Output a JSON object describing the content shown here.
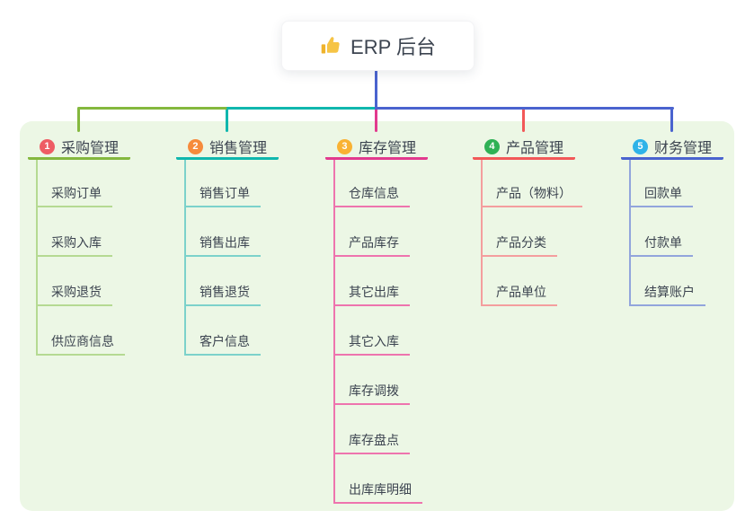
{
  "root": {
    "label": "ERP 后台",
    "icon": "thumbs-up-icon"
  },
  "colors": {
    "panel_background": "#ecf7e5",
    "root_stem_blue": "#4a63cf",
    "text": "#3c4450",
    "branch1": {
      "line": "#84b83e",
      "child_line": "#b5da92",
      "badge": "#ee5d64"
    },
    "branch2": {
      "line": "#10b7ae",
      "child_line": "#7cd2cb",
      "badge": "#f68b3c"
    },
    "branch3": {
      "line": "#e23a8e",
      "child_line": "#ee74ae",
      "badge": "#f9b233"
    },
    "branch4": {
      "line": "#f25858",
      "child_line": "#f49e9e",
      "badge": "#2fb155"
    },
    "branch5": {
      "line": "#4a63cf",
      "child_line": "#92a5dc",
      "badge": "#2fb3e8"
    }
  },
  "branches": [
    {
      "index": "1",
      "label": "采购管理",
      "children": [
        "采购订单",
        "采购入库",
        "采购退货",
        "供应商信息"
      ]
    },
    {
      "index": "2",
      "label": "销售管理",
      "children": [
        "销售订单",
        "销售出库",
        "销售退货",
        "客户信息"
      ]
    },
    {
      "index": "3",
      "label": "库存管理",
      "children": [
        "仓库信息",
        "产品库存",
        "其它出库",
        "其它入库",
        "库存调拨",
        "库存盘点",
        "出库库明细"
      ]
    },
    {
      "index": "4",
      "label": "产品管理",
      "children": [
        "产品（物料）",
        "产品分类",
        "产品单位"
      ]
    },
    {
      "index": "5",
      "label": "财务管理",
      "children": [
        "回款单",
        "付款单",
        "结算账户"
      ]
    }
  ]
}
